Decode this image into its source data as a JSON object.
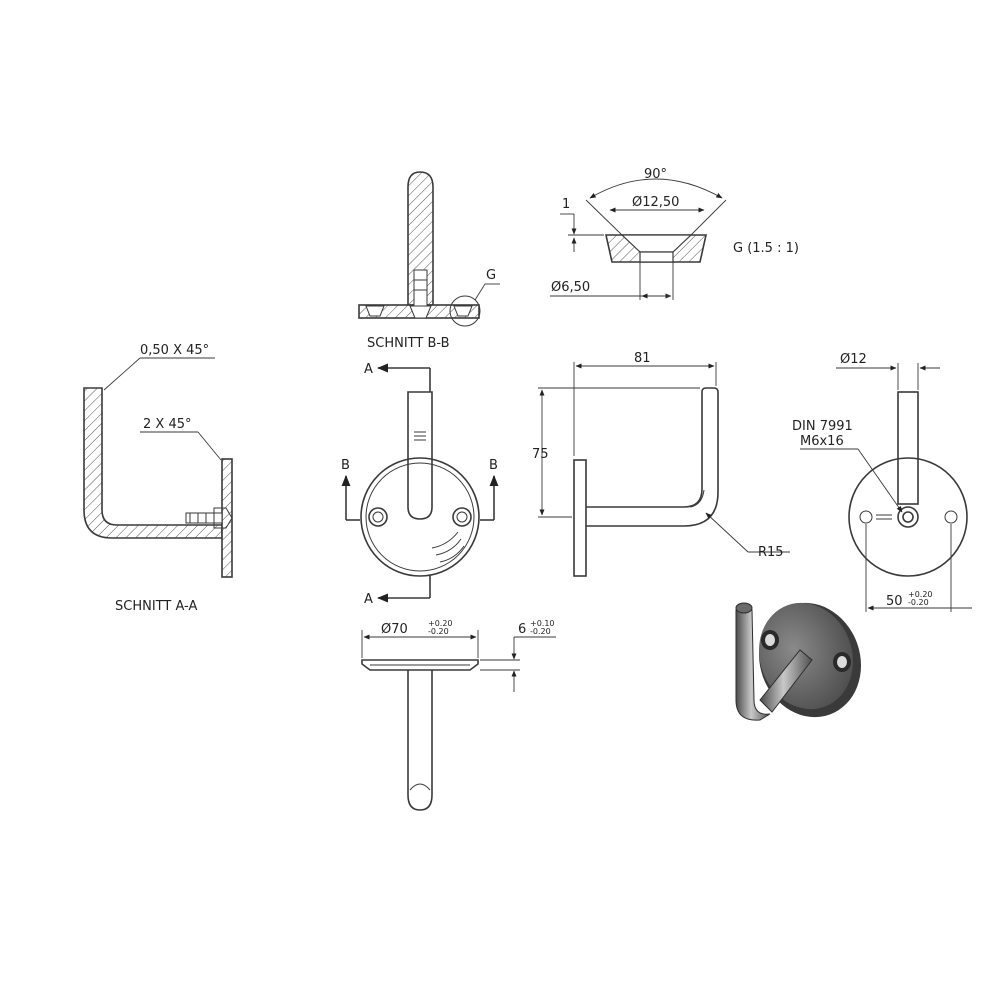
{
  "labels": {
    "section_aa": "SCHNITT A-A",
    "section_bb": "SCHNITT B-B",
    "chamfer_small": "0,50 X 45°",
    "chamfer_large": "2 X 45°",
    "detail_marker": "G",
    "detail_title": "G (1.5 : 1)",
    "angle": "90°",
    "cs_diameter": "Ø12,50",
    "cs_depth": "1",
    "hole_diameter": "Ø6,50",
    "width": "81",
    "height": "75",
    "radius": "R15",
    "tube_diameter": "Ø12",
    "screw_norm": "DIN 7991",
    "screw_size": "M6x16",
    "hole_spacing": "50",
    "hole_spacing_tol_plus": "+0.20",
    "hole_spacing_tol_minus": "-0.20",
    "plate_diameter": "Ø70",
    "plate_diameter_tol_plus": "+0.20",
    "plate_diameter_tol_minus": "-0.20",
    "plate_thickness": "6",
    "plate_thickness_tol_plus": "+0.10",
    "plate_thickness_tol_minus": "-0.20",
    "section_a": "A",
    "section_b": "B"
  },
  "colors": {
    "line": "#3a3a3a",
    "shade_dark": "#5f5f5f",
    "shade_light": "#b8b8b8"
  }
}
